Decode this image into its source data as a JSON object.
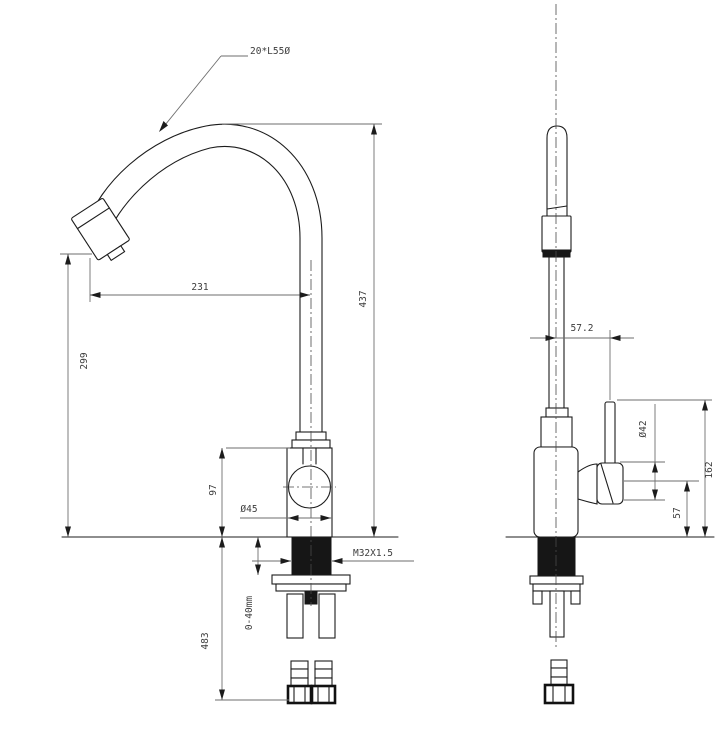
{
  "drawing": {
    "kind": "faucet technical drawing, front and side orthographic views",
    "colors": {
      "line": "#1c1c1c",
      "dim_text": "#3d3d3d",
      "background": "#ffffff"
    },
    "dims": {
      "spout_tube": "20*L55Ø",
      "spout_reach": "231",
      "overall_height": "437",
      "outlet_height": "299",
      "body_height": "97",
      "body_diameter": "Ø45",
      "mounting_thread": "M32X1.5",
      "deck_thickness_range": "0-40mm",
      "below_deck_length": "483",
      "handle_offset": "57.2",
      "handle_diameter": "Ø42",
      "handle_top_height": "162",
      "handle_center_height": "57"
    }
  }
}
